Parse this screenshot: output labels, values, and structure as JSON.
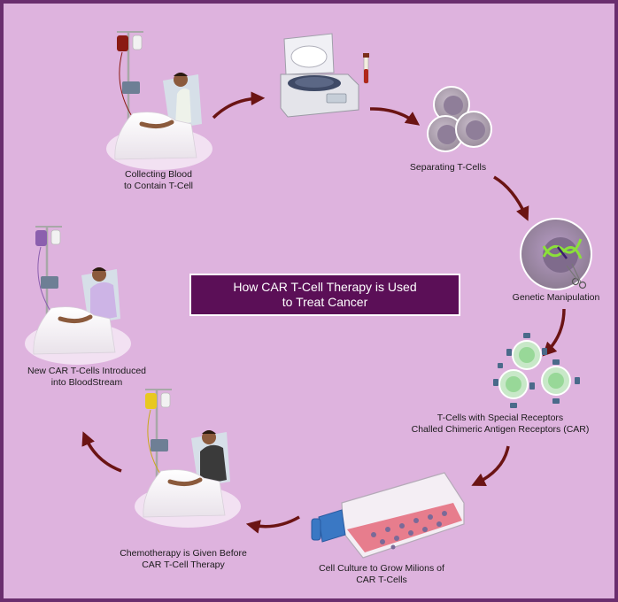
{
  "title": {
    "line1": "How CAR T-Cell Therapy is Used",
    "line2": "to Treat Cancer"
  },
  "steps": [
    {
      "id": "collect",
      "line1": "Collecting Blood",
      "line2": "to Contain T-Cell"
    },
    {
      "id": "separate",
      "line1": "Separating T-Cells",
      "line2": ""
    },
    {
      "id": "genetic",
      "line1": "Genetic Manipulation",
      "line2": ""
    },
    {
      "id": "receptors",
      "line1": "T-Cells with Special Receptors",
      "line2": "Challed Chimeric Antigen Receptors (CAR)"
    },
    {
      "id": "culture",
      "line1": "Cell Culture to Grow Milions of",
      "line2": "CAR T-Cells"
    },
    {
      "id": "chemo",
      "line1": "Chemotherapy is Given Before",
      "line2": "CAR T-Cell Therapy"
    },
    {
      "id": "introduce",
      "line1": "New CAR T-Cells Introduced",
      "line2": "into BloodStream"
    }
  ],
  "colors": {
    "background": "#deb3de",
    "border": "#6a2e6e",
    "title_box": "#5b0f57",
    "arrow": "#6b1414",
    "blood_bag_red": "#8a1a12",
    "blood_bag_purple": "#8b5fae",
    "chemo_bag_yellow": "#e8c820",
    "cell_outer": "#9a8c9c",
    "cell_inner": "#8f7e99",
    "car_cell": "#98d898",
    "receptor": "#4a6a8a",
    "culture_fluid": "#e4697a",
    "flask_cap": "#3a78c4"
  },
  "icons": [
    "patient-with-iv-icon",
    "centrifuge-icon",
    "t-cells-icon",
    "dna-editing-icon",
    "car-t-cells-icon",
    "culture-flask-icon"
  ]
}
